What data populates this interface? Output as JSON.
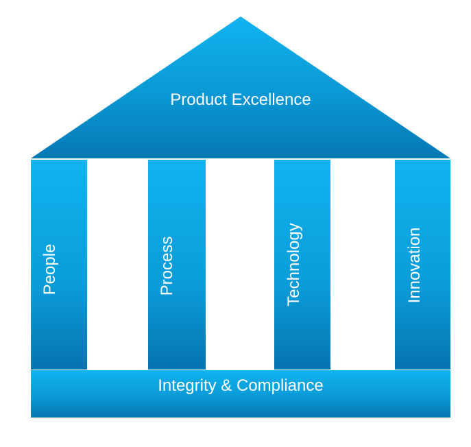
{
  "roof": {
    "label": "Product Excellence"
  },
  "pillars": [
    {
      "label": "People"
    },
    {
      "label": "Process"
    },
    {
      "label": "Technology"
    },
    {
      "label": "Innovation"
    }
  ],
  "base": {
    "label": "Integrity & Compliance"
  },
  "colors": {
    "light": "#0fb2ee",
    "mid": "#0a9ad6",
    "dark": "#0578b4",
    "background": "#ffffff"
  }
}
